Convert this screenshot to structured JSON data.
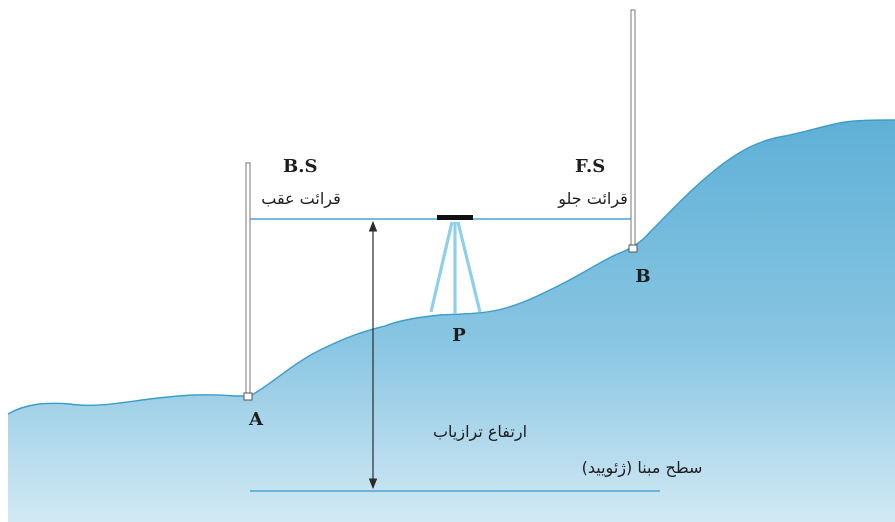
{
  "labels": {
    "back_sight_code": "B.S",
    "back_sight_fa": "قرائت عقب",
    "fore_sight_code": "F.S",
    "fore_sight_fa": "قرائت جلو",
    "point_a": "A",
    "point_b": "B",
    "point_p": "P",
    "elevation_fa": "ارتفاع ترازیاب",
    "datum_fa": "سطح مبنا (ژئویید)"
  },
  "colors": {
    "terrain_top": "#5fb0d6",
    "terrain_bottom": "#cfe7f3",
    "terrain_edge": "#3d9cc9",
    "line": "#4aa6d2",
    "arrow": "#2b2b2b",
    "staff": "#777777",
    "text": "#1e1e1e"
  }
}
